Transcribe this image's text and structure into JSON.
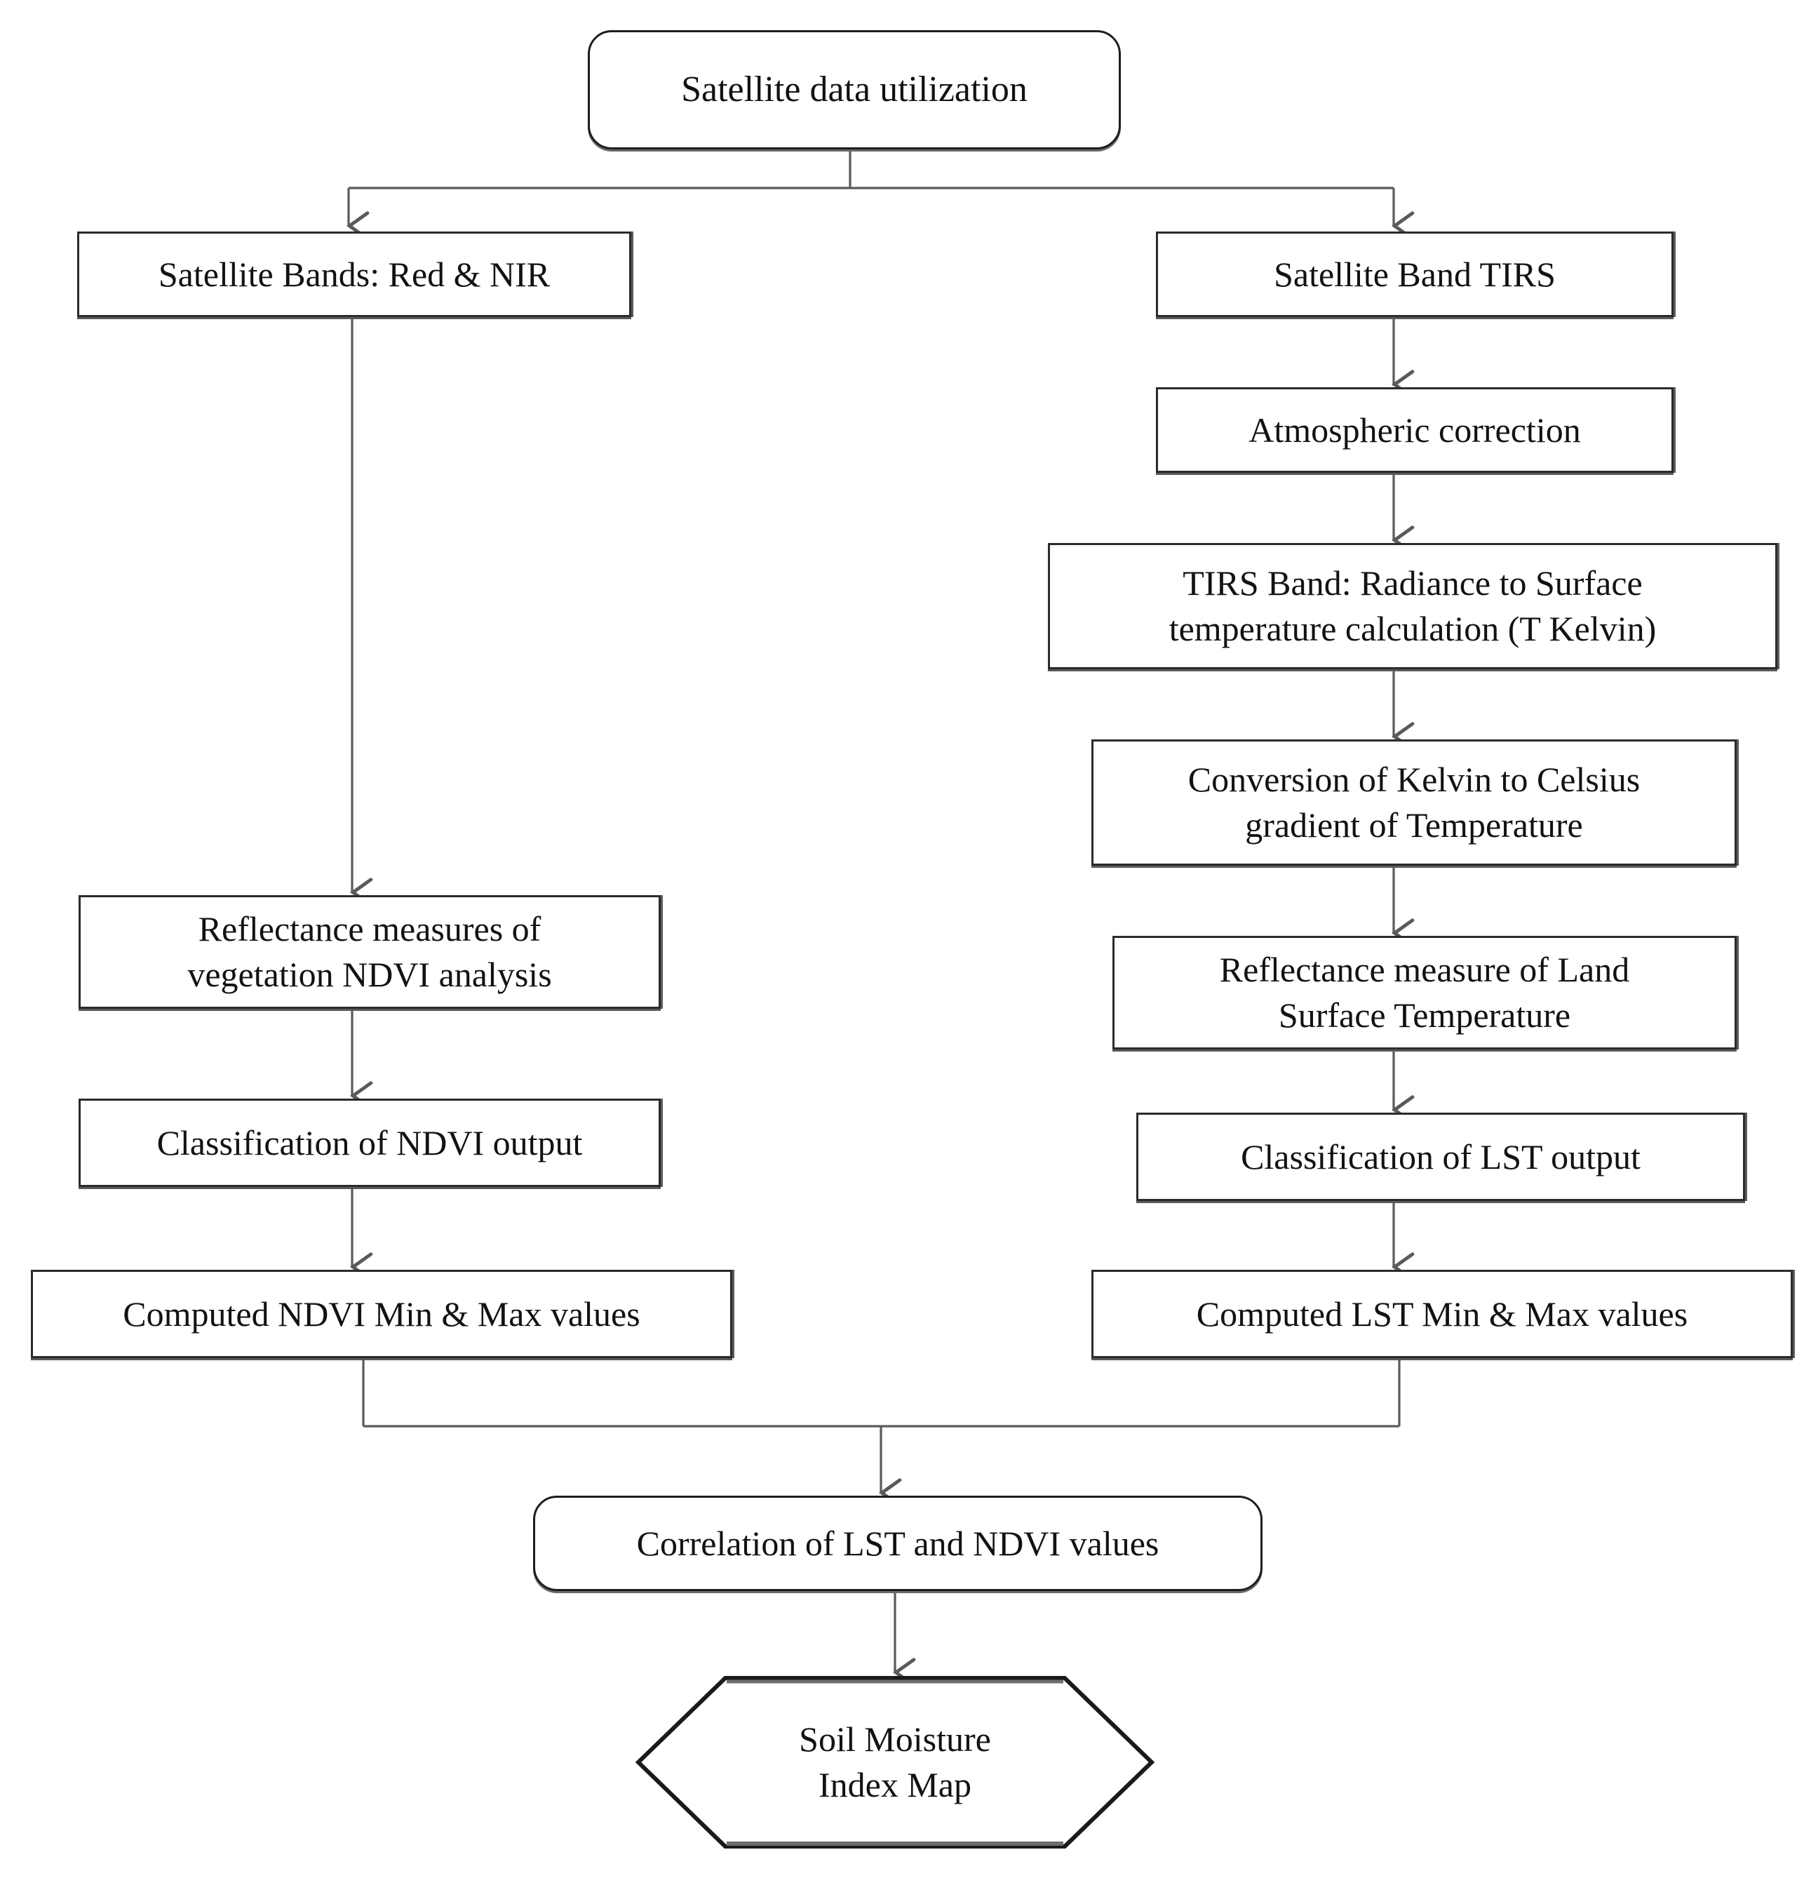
{
  "diagram": {
    "title": "Satellite data utilization workflow",
    "type": "flowchart",
    "background_color": "#ffffff",
    "line_color": "#5a5a5a",
    "border_color": "#2b2b2b",
    "text_color": "#121212"
  },
  "nodes": {
    "start": {
      "label": "Satellite data utilization",
      "shape": "rounded-rectangle"
    },
    "left_band": {
      "label": "Satellite Bands: Red & NIR",
      "shape": "rectangle"
    },
    "right_band": {
      "label": "Satellite Band TIRS",
      "shape": "rectangle"
    },
    "atmospheric": {
      "label": "Atmospheric correction",
      "shape": "rectangle"
    },
    "tirs_radiance": {
      "label": "TIRS Band: Radiance to Surface\ntemperature calculation (T Kelvin)",
      "shape": "rectangle"
    },
    "kelvin_celsius": {
      "label": "Conversion of Kelvin to Celsius\ngradient of Temperature",
      "shape": "rectangle"
    },
    "reflect_lst": {
      "label": "Reflectance measure of Land\nSurface Temperature",
      "shape": "rectangle"
    },
    "reflect_ndvi": {
      "label": "Reflectance measures of\nvegetation NDVI analysis",
      "shape": "rectangle"
    },
    "class_ndvi": {
      "label": "Classification of NDVI output",
      "shape": "rectangle"
    },
    "class_lst": {
      "label": "Classification of LST output",
      "shape": "rectangle"
    },
    "computed_ndvi": {
      "label": "Computed NDVI Min & Max values",
      "shape": "rectangle"
    },
    "computed_lst": {
      "label": "Computed LST Min & Max values",
      "shape": "rectangle"
    },
    "correlation": {
      "label": "Correlation of LST and NDVI values",
      "shape": "rounded-rectangle"
    },
    "output": {
      "label": "Soil Moisture\nIndex Map",
      "shape": "hexagon"
    }
  },
  "edges": [
    {
      "from": "start",
      "to": "left_band",
      "style": "orthogonal-split-arrow"
    },
    {
      "from": "start",
      "to": "right_band",
      "style": "orthogonal-split-arrow"
    },
    {
      "from": "left_band",
      "to": "reflect_ndvi",
      "style": "straight-arrow"
    },
    {
      "from": "right_band",
      "to": "atmospheric",
      "style": "straight-arrow"
    },
    {
      "from": "atmospheric",
      "to": "tirs_radiance",
      "style": "straight-arrow"
    },
    {
      "from": "tirs_radiance",
      "to": "kelvin_celsius",
      "style": "straight-arrow"
    },
    {
      "from": "kelvin_celsius",
      "to": "reflect_lst",
      "style": "straight-arrow"
    },
    {
      "from": "reflect_lst",
      "to": "class_lst",
      "style": "straight-arrow"
    },
    {
      "from": "reflect_ndvi",
      "to": "class_ndvi",
      "style": "straight-arrow"
    },
    {
      "from": "class_ndvi",
      "to": "computed_ndvi",
      "style": "straight-arrow"
    },
    {
      "from": "class_lst",
      "to": "computed_lst",
      "style": "straight-arrow"
    },
    {
      "from": "computed_ndvi",
      "to": "correlation",
      "style": "orthogonal-merge-arrow"
    },
    {
      "from": "computed_lst",
      "to": "correlation",
      "style": "orthogonal-merge-arrow"
    },
    {
      "from": "correlation",
      "to": "output",
      "style": "straight-arrow"
    }
  ]
}
